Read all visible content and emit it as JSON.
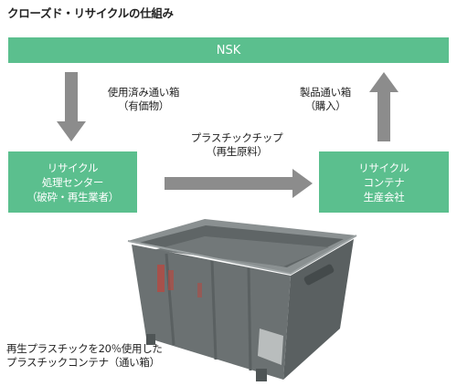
{
  "title": "クローズド・リサイクルの仕組み",
  "nsk_bar": {
    "label": "NSK"
  },
  "left_box": {
    "lines": [
      "リサイクル",
      "処理センター",
      "（破砕・再生業者）"
    ]
  },
  "right_box": {
    "lines": [
      "リサイクル",
      "コンテナ",
      "生産会社"
    ]
  },
  "flow_down": {
    "lines": [
      "使用済み通い箱",
      "（有価物）"
    ]
  },
  "flow_up": {
    "lines": [
      "製品通い箱",
      "（購入）"
    ]
  },
  "flow_right": {
    "lines": [
      "プラスチックチップ",
      "（再生原料）"
    ]
  },
  "caption": {
    "lines": [
      "再生プラスチックを20％使用した",
      "プラスチックコンテナ（通い箱）"
    ]
  },
  "colors": {
    "box_green": "#5bbf8e",
    "arrow_gray": "#8c8c8c",
    "bin_gray": "#6d7374",
    "bin_stamp": "#c0443a"
  },
  "icons": {
    "arrow_down": "arrow-down",
    "arrow_up": "arrow-up",
    "arrow_right": "arrow-right",
    "container": "plastic-container"
  }
}
